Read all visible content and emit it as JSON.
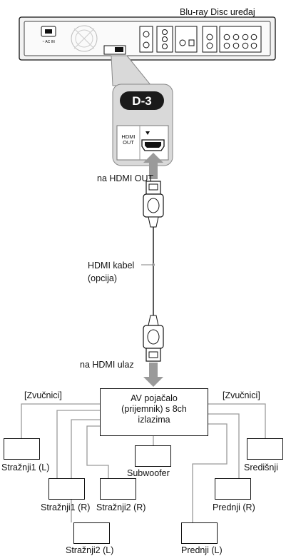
{
  "device": {
    "title": "Blu-ray Disc uređaj"
  },
  "callout": {
    "code": "D-3",
    "port_label": "HDMI OUT"
  },
  "labels": {
    "hdmi_out": "na HDMI OUT",
    "cable": "HDMI kabel",
    "cable_note": "(opcija)",
    "hdmi_in": "na HDMI ulaz",
    "speakers_left": "[Zvučnici]",
    "speakers_right": "[Zvučnici]"
  },
  "receiver": {
    "line1": "AV pojačalo",
    "line2": "(prijemnik) s 8ch",
    "line3": "izlazima"
  },
  "speakers": {
    "rear1_l": "Stražnji1 (L)",
    "rear1_r": "Stražnji1 (R)",
    "rear2_r": "Stražnji2 (R)",
    "rear2_l": "Stražnji2 (L)",
    "subwoofer": "Subwoofer",
    "center": "Središnji",
    "front_r": "Prednji (R)",
    "front_l": "Prednji (L)"
  },
  "colors": {
    "line": "#111111",
    "gray": "#9a9a9a",
    "callout_bg": "#d9d9d9",
    "badge": "#1a1a1a"
  }
}
